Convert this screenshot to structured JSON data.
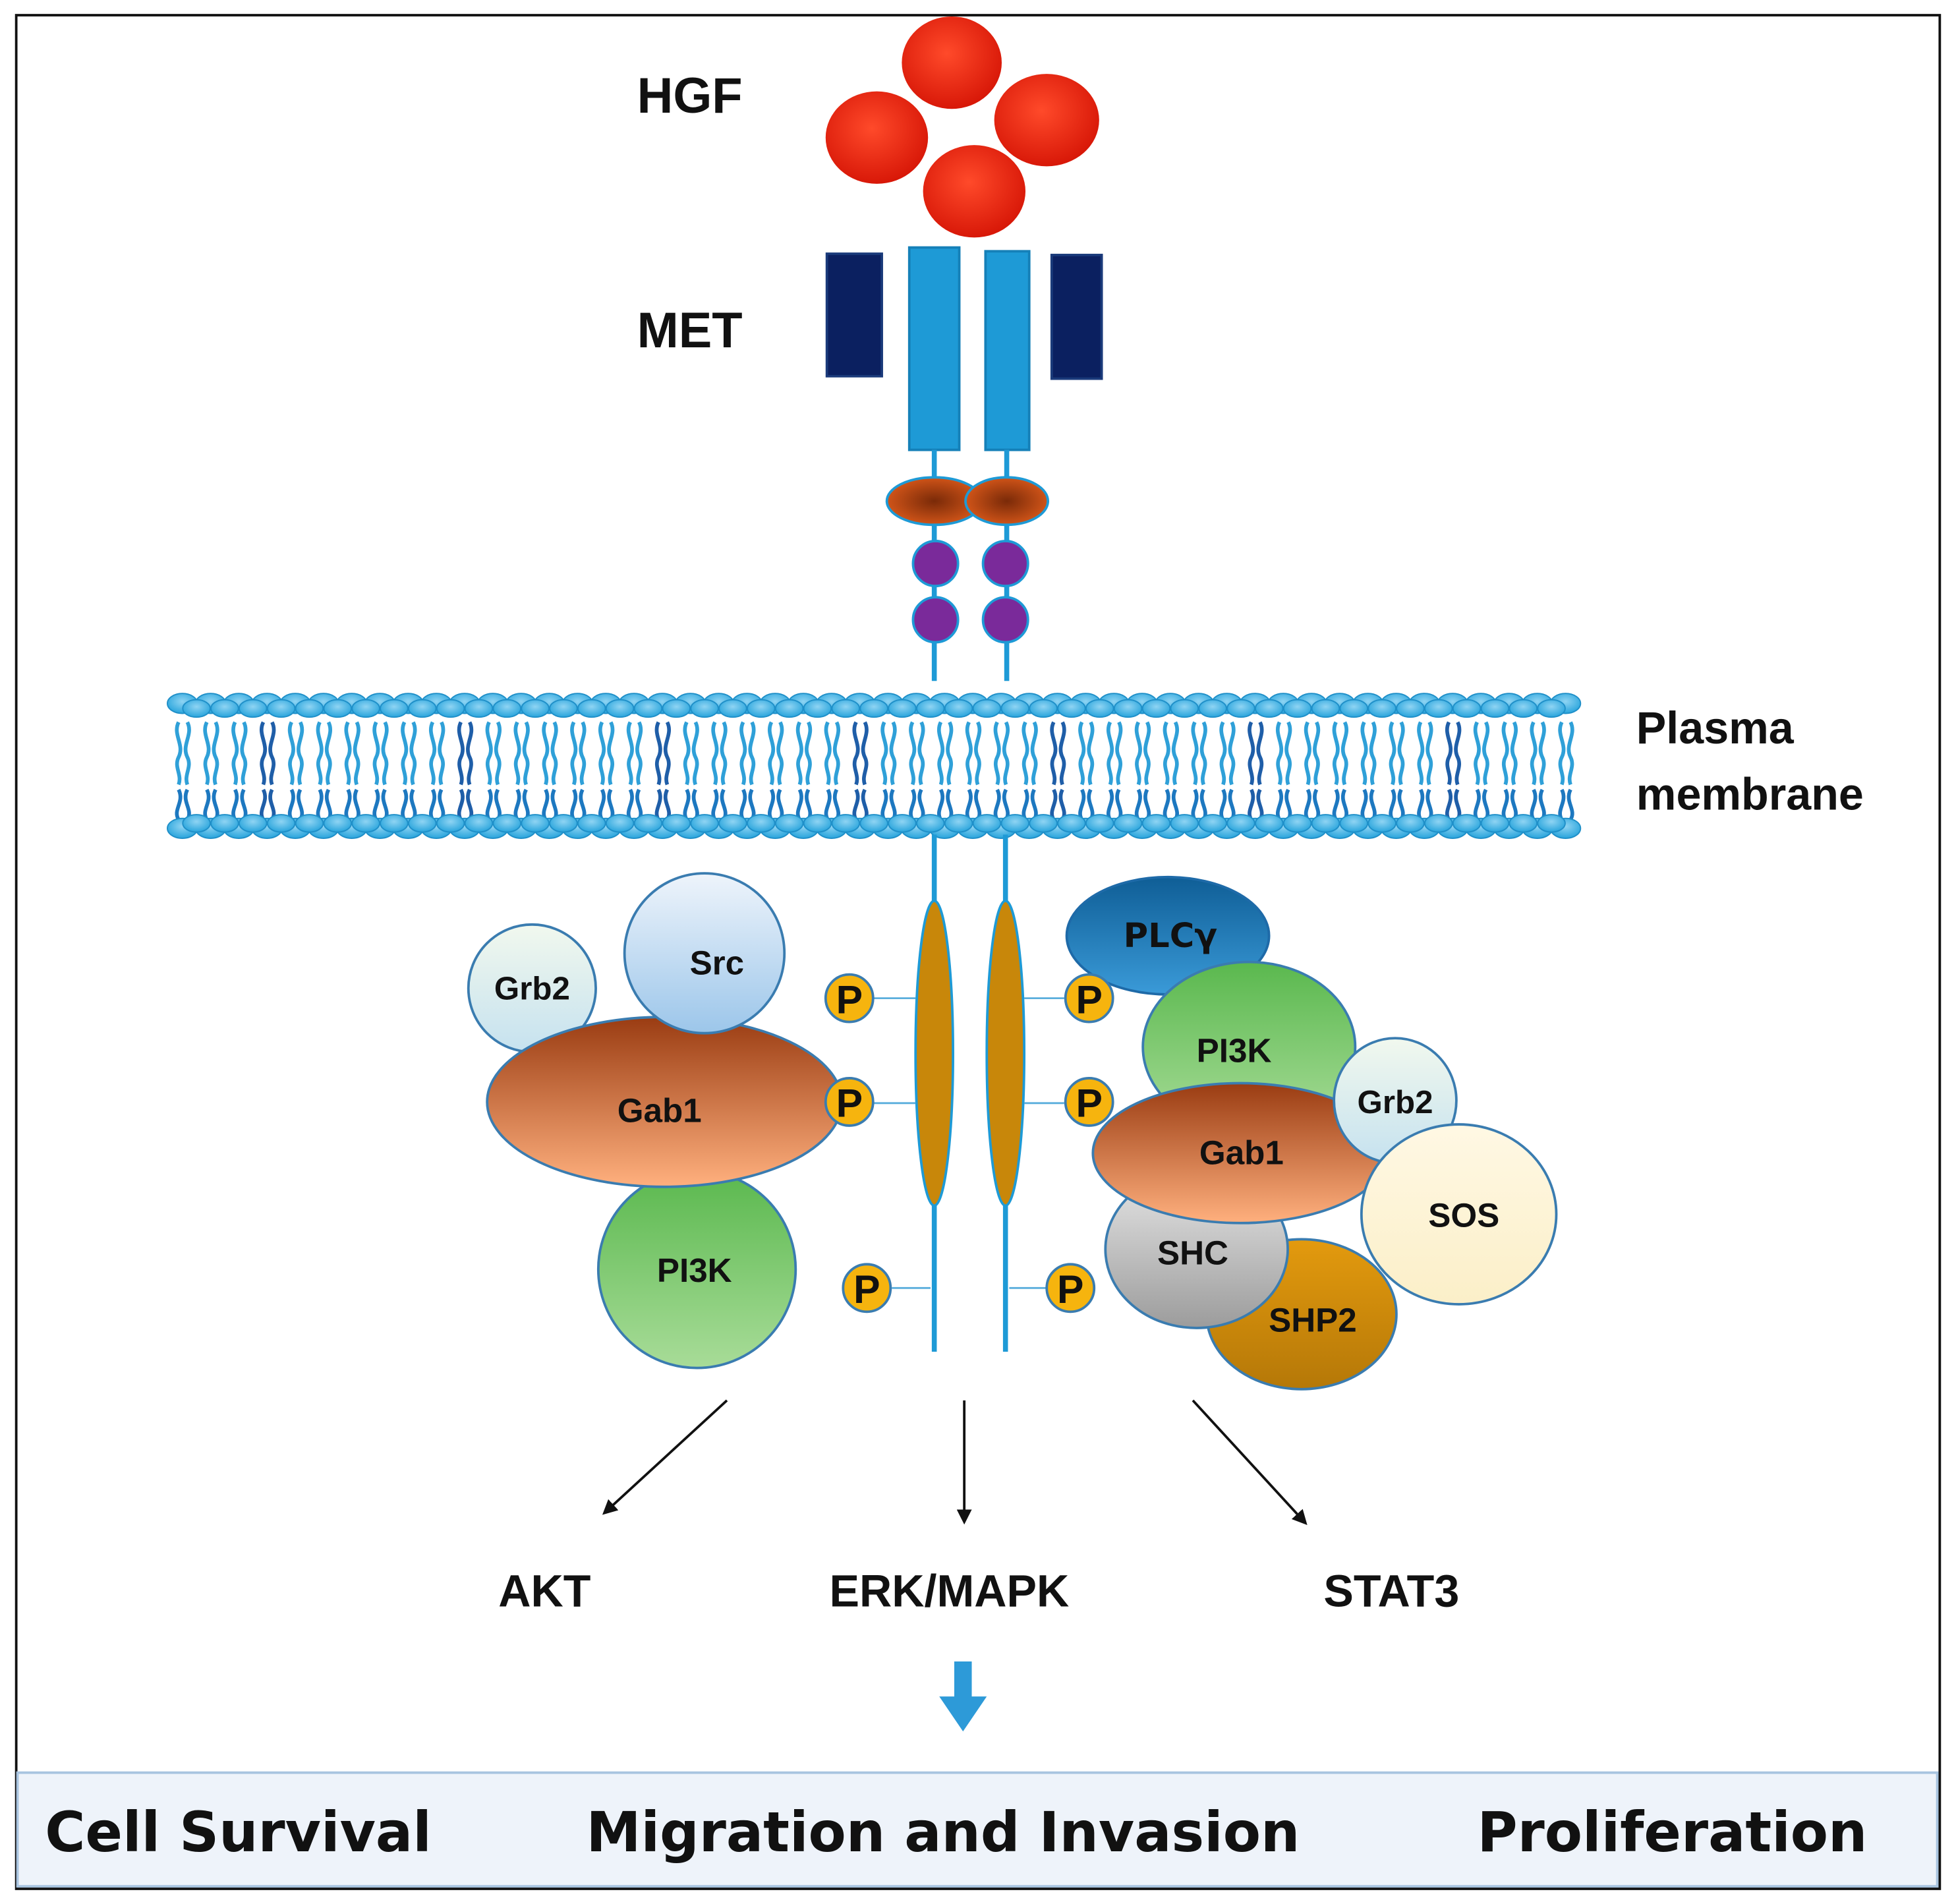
{
  "ligand": {
    "label": "HGF"
  },
  "receptor": {
    "label": "MET"
  },
  "membrane": {
    "label_line1": "Plasma",
    "label_line2": "membrane"
  },
  "left_complex": {
    "grb2": "Grb2",
    "src": "Src",
    "gab1": "Gab1",
    "pi3k": "PI3K"
  },
  "right_complex": {
    "plcg": "PLCγ",
    "pi3k": "PI3K",
    "grb2": "Grb2",
    "gab1": "Gab1",
    "sos": "SOS",
    "shc": "SHC",
    "shp2": "SHP2"
  },
  "phospho_label": "P",
  "pathways": {
    "left": "AKT",
    "center": "ERK/MAPK",
    "right": "STAT3"
  },
  "outcomes": {
    "left": "Cell Survival",
    "center": "Migration and Invasion",
    "right": "Proliferation"
  },
  "colors": {
    "hgf": "#e02010",
    "met_light": "#1e9ad6",
    "met_dark": "#0b2060",
    "kinase_domain": "#c8870a",
    "phospho": "#f6b40e",
    "outcome_panel": "#eef3fa"
  }
}
